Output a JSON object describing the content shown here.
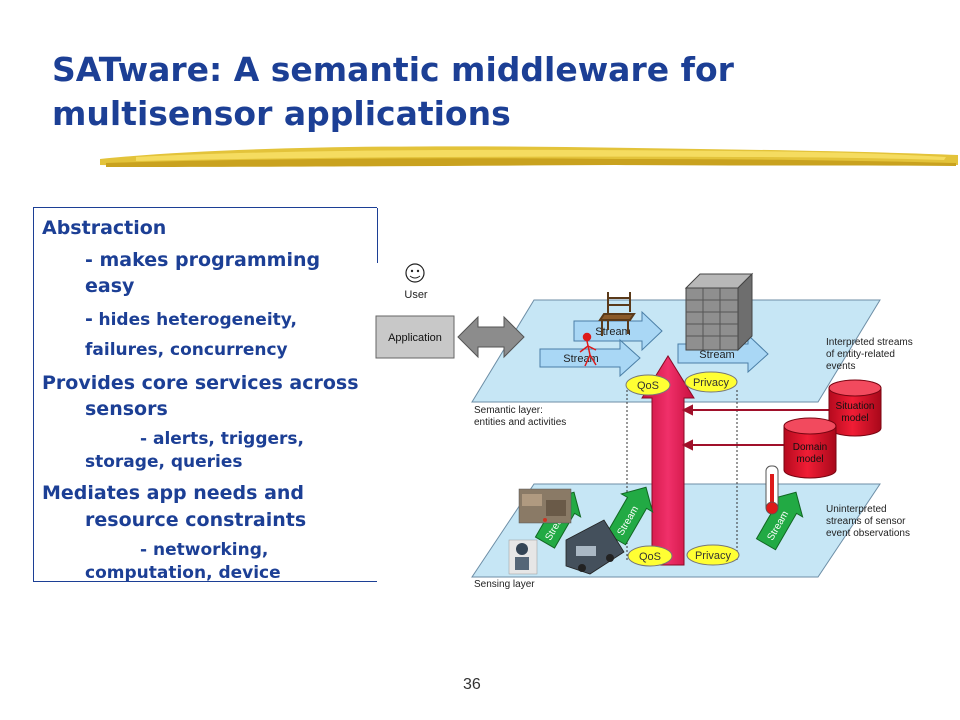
{
  "slide": {
    "title_line1": "SATware: A semantic middleware for",
    "title_line2": "multisensor applications",
    "page_number": "36"
  },
  "bullets": {
    "b1_heading": "Abstraction",
    "b1_line1": "- makes programming",
    "b1_line2": "easy",
    "b1_line3_dash": "-",
    "b1_line3": "hides heterogeneity,",
    "b1_line4": "failures, concurrency",
    "b2_line1": "Provides core services across",
    "b2_line2": "sensors",
    "b2_line3": "- alerts, triggers,",
    "b2_line4": "storage, queries",
    "b3_line1": "Mediates app needs and",
    "b3_line2": "resource constraints",
    "b3_line3": "- networking,",
    "b3_line4": "computation, device"
  },
  "diagram": {
    "user_label": "User",
    "application_label": "Application",
    "stream_label": "Stream",
    "qos_label": "QoS",
    "privacy_label": "Privacy",
    "interpreted_line1": "Interpreted streams",
    "interpreted_line2": "of entity-related",
    "interpreted_line3": "events",
    "semantic_line1": "Semantic layer:",
    "semantic_line2": "entities and activities",
    "situation_line1": "Situation",
    "situation_line2": "model",
    "domain_line1": "Domain",
    "domain_line2": "model",
    "uninterpreted_line1": "Uninterpreted",
    "uninterpreted_line2": "streams of sensor",
    "uninterpreted_line3": "event observations",
    "sensing_label": "Sensing layer"
  },
  "colors": {
    "title": "#1c3f95",
    "plane": "#c6e6f5",
    "stream_arrow": "#22aa44",
    "upper_stream_arrow": "#a9d7f5",
    "qos_privacy": "#ffff33",
    "up_arrow": "#e8285a",
    "cylinder": "#e8102a"
  }
}
